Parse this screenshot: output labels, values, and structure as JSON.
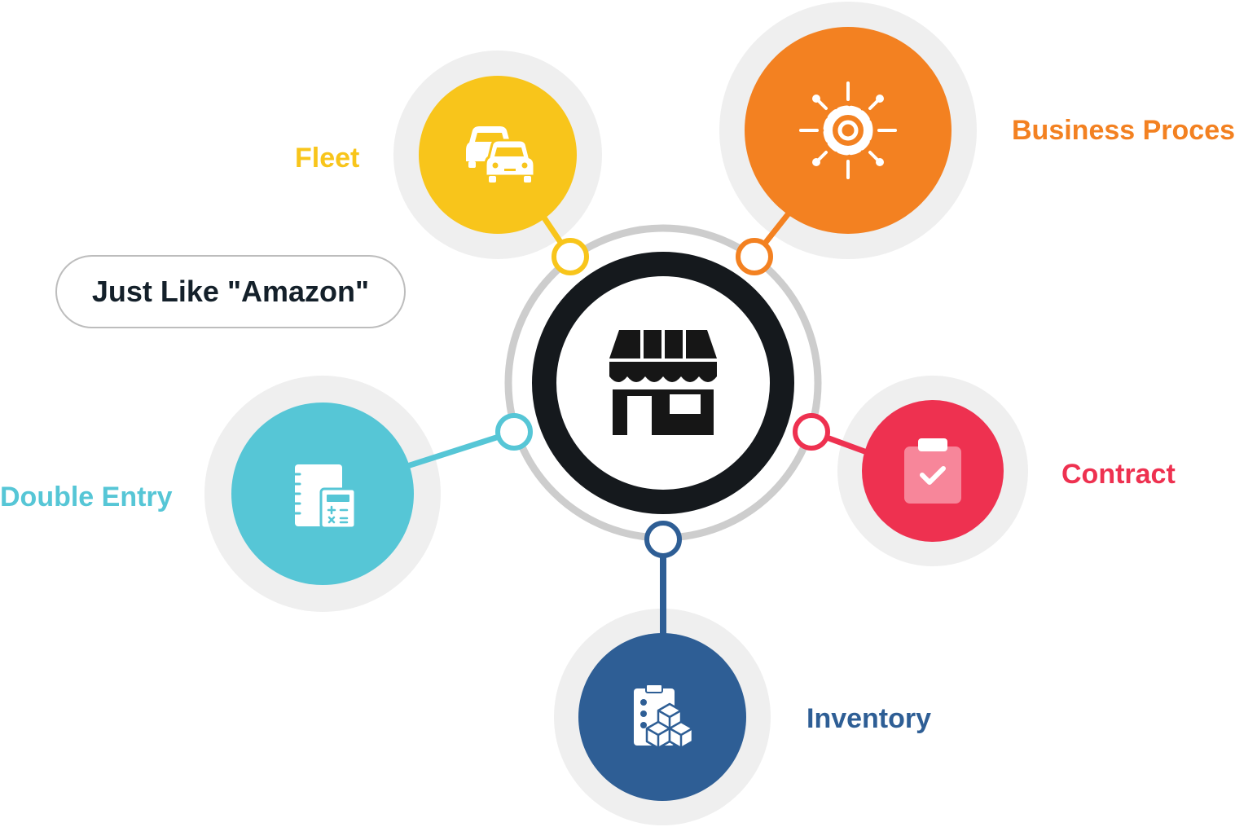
{
  "badge": {
    "text": "Just Like \"Amazon\""
  },
  "hub": {
    "icon": "storefront-icon"
  },
  "nodes": [
    {
      "id": "fleet",
      "label": "Fleet",
      "color": "#F8C51B",
      "icon": "cars-icon"
    },
    {
      "id": "business-process",
      "label": "Business Process",
      "color": "#F38121",
      "icon": "gear-network-icon"
    },
    {
      "id": "contract",
      "label": "Contract",
      "color": "#EE3150",
      "icon": "clipboard-check-icon"
    },
    {
      "id": "inventory",
      "label": "Inventory",
      "color": "#2E5E95",
      "icon": "boxes-clipboard-icon"
    },
    {
      "id": "double-entry",
      "label": "Double Entry",
      "color": "#56C6D6",
      "icon": "ledger-calculator-icon"
    }
  ]
}
